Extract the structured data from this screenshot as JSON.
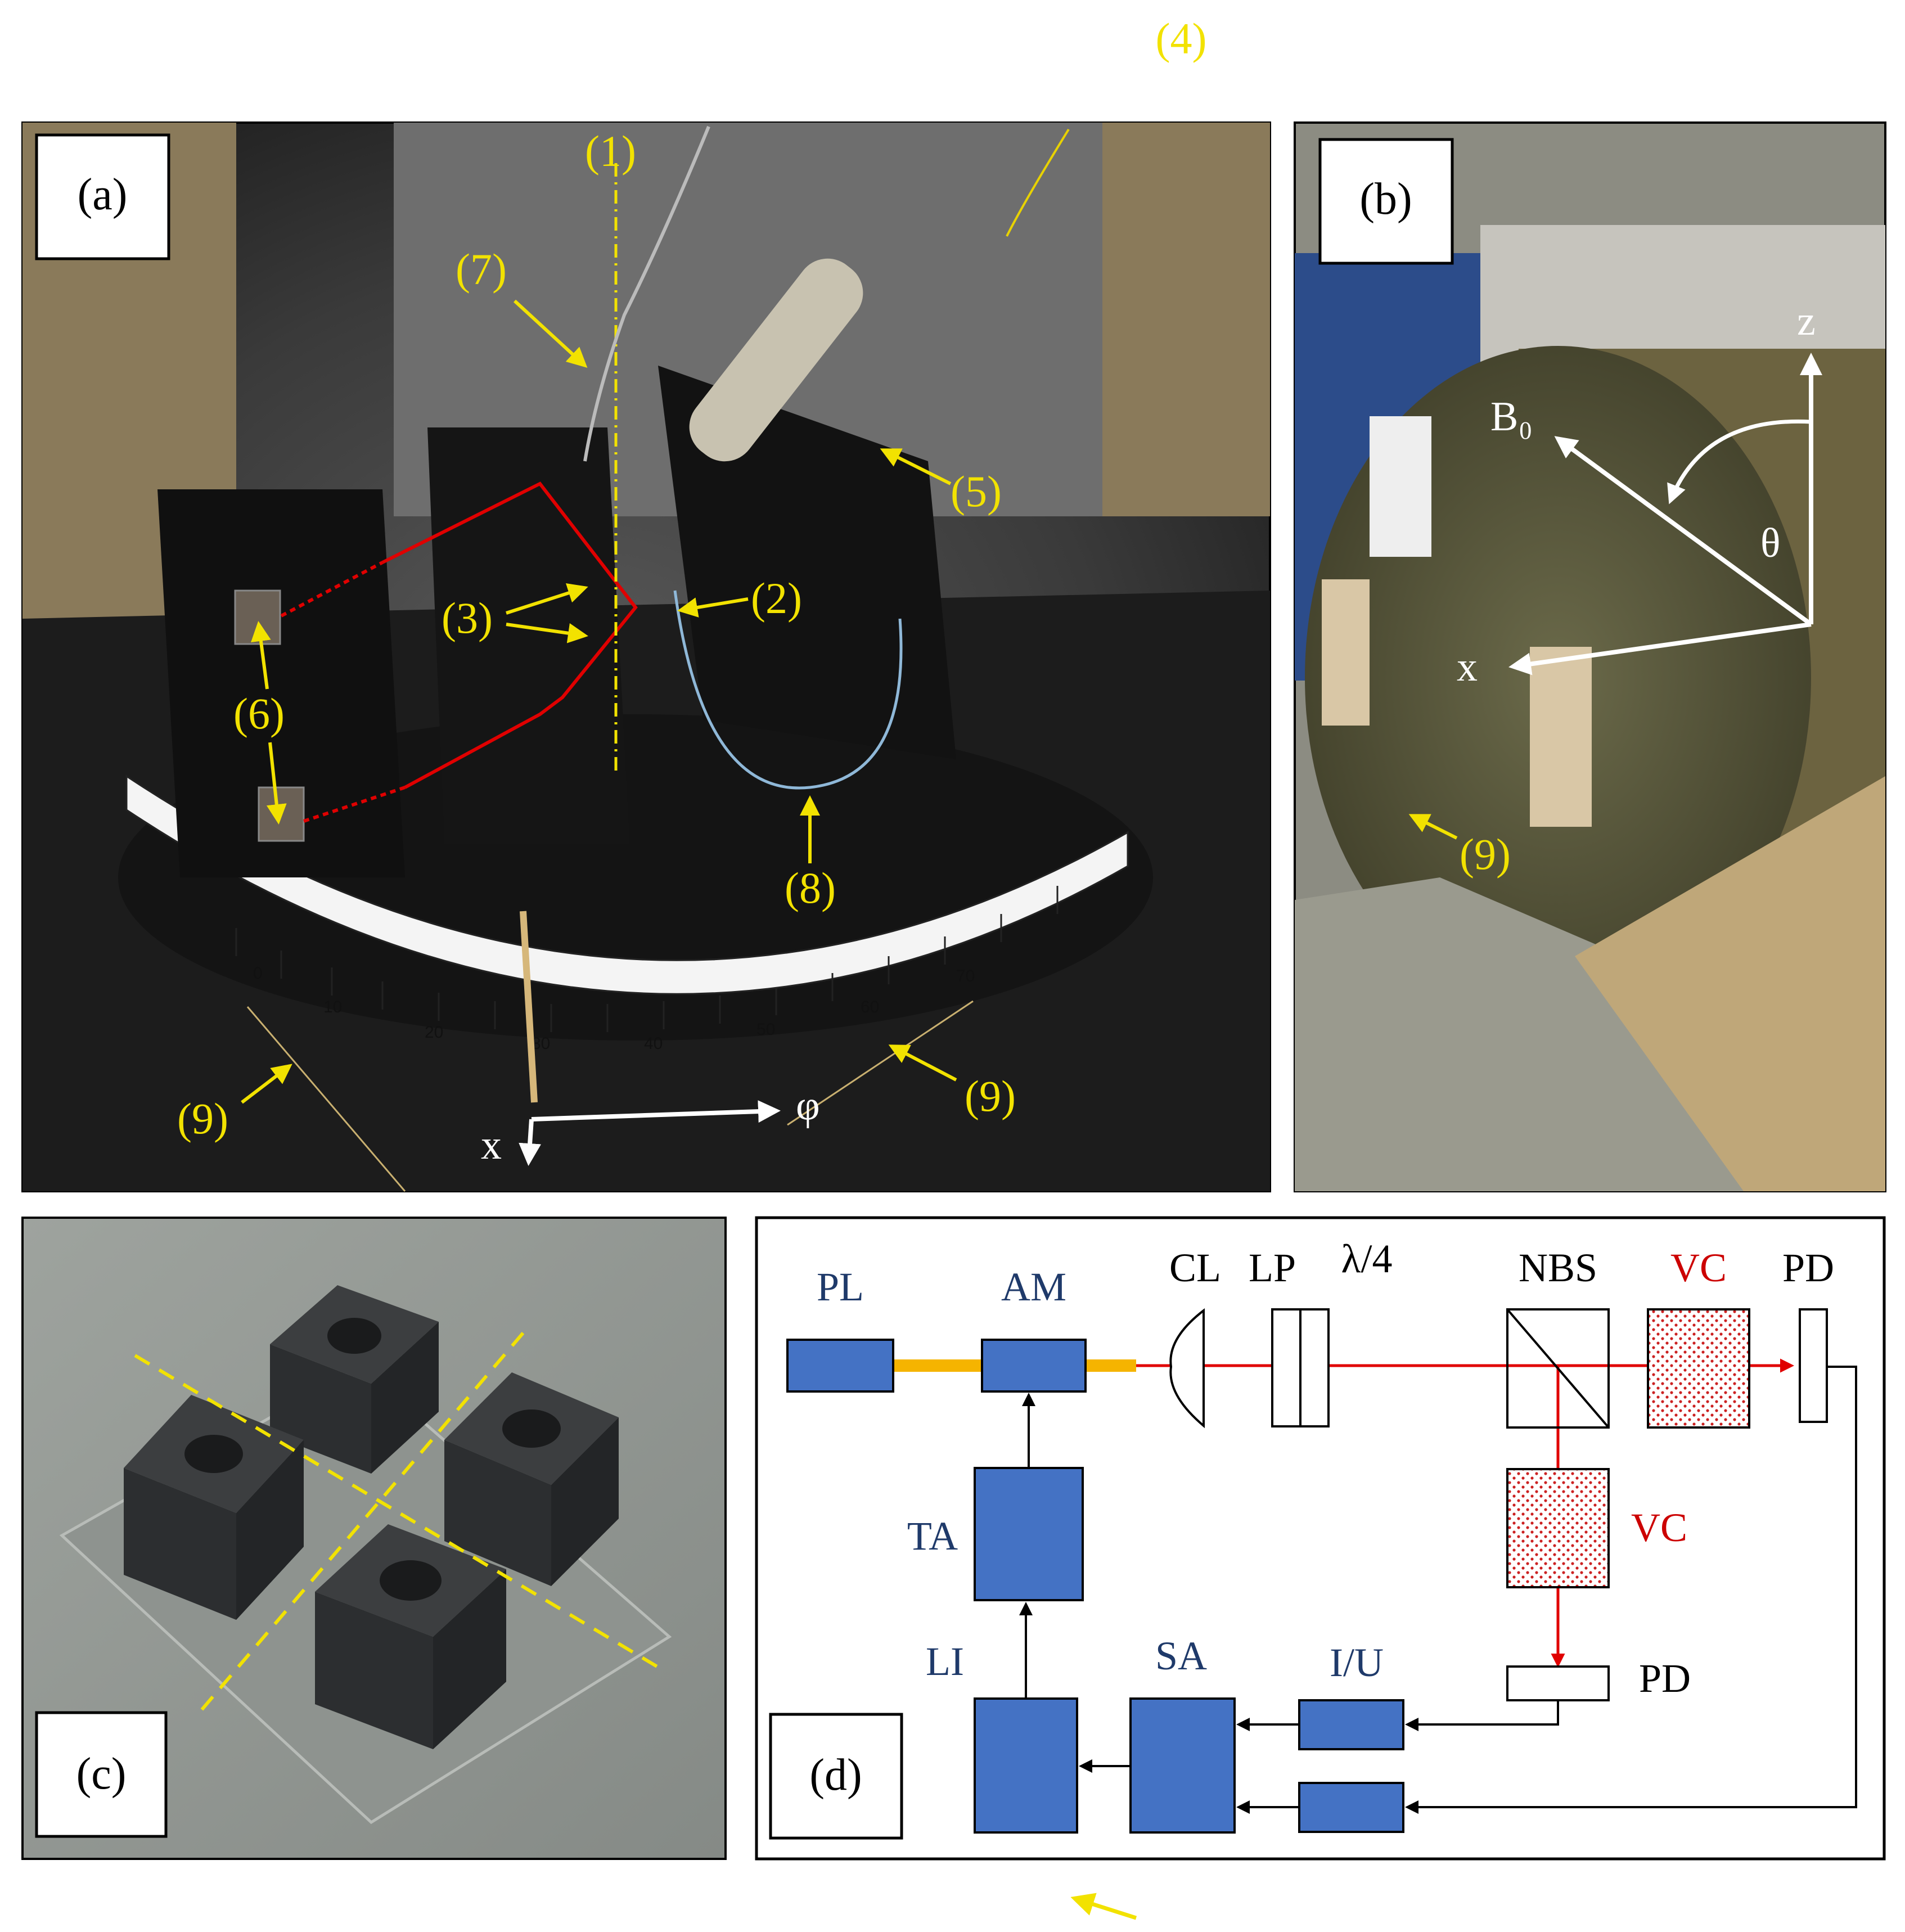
{
  "top_label": "(4)",
  "panel_a": {
    "panel_label": "(a)",
    "labels": {
      "n1": "(1)",
      "n2": "(2)",
      "n3": "(3)",
      "n5": "(5)",
      "n6": "(6)",
      "n7": "(7)",
      "n8": "(8)",
      "n9_left": "(9)",
      "n9_right": "(9)"
    },
    "axes": {
      "x": "x",
      "phi": "φ"
    },
    "scale_numbers": [
      "0",
      "10",
      "20",
      "30",
      "40",
      "50",
      "60",
      "70"
    ]
  },
  "panel_b": {
    "panel_label": "(b)",
    "labels": {
      "z": "z",
      "b0": "B₀",
      "theta": "θ",
      "x": "x",
      "n9": "(9)"
    }
  },
  "panel_c": {
    "panel_label": "(c)"
  },
  "panel_d": {
    "panel_label": "(d)",
    "components": {
      "pl": "PL",
      "am": "AM",
      "cl": "CL",
      "lp": "LP",
      "lambda4": "λ/4",
      "nbs": "NBS",
      "vc_top": "VC",
      "pd_top": "PD",
      "vc_side": "VC",
      "pd_bottom": "PD",
      "ta": "TA",
      "li": "LI",
      "sa": "SA",
      "iu": "I/U"
    }
  },
  "colors": {
    "label_yellow": "#f2e200",
    "component_blue": "#4472c4",
    "fiber_orange": "#f5b400",
    "beam_red": "#e00000",
    "text_navy": "#1f3a6a"
  }
}
